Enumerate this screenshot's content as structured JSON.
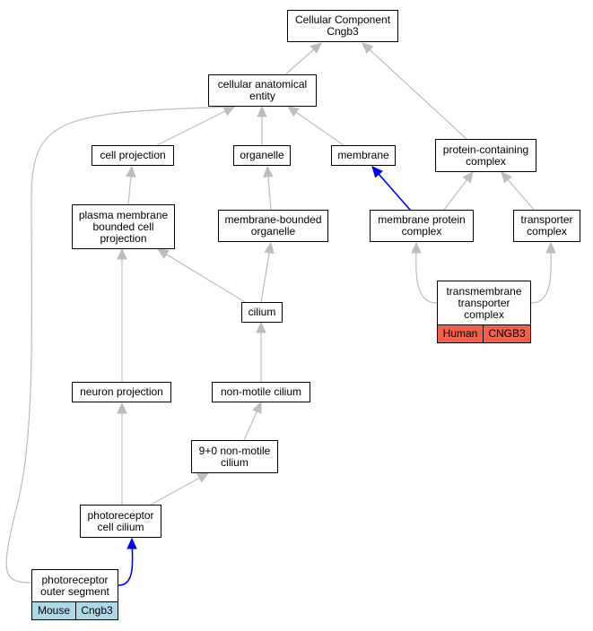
{
  "colors": {
    "edge_default": "#bdbdbd",
    "edge_highlight": "#0000ff",
    "human_tag": "#f2604a",
    "mouse_tag": "#add8e6"
  },
  "nodes": {
    "cellular_component": "Cellular Component\nCngb3",
    "cellular_anatomical_entity": "cellular anatomical\nentity",
    "cell_projection": "cell projection",
    "organelle": "organelle",
    "membrane": "membrane",
    "protein_containing_complex": "protein-containing\ncomplex",
    "plasma_membrane_bounded_cell_projection": "plasma membrane\nbounded cell\nprojection",
    "membrane_bounded_organelle": "membrane-bounded\norganelle",
    "membrane_protein_complex": "membrane protein\ncomplex",
    "transporter_complex": "transporter\ncomplex",
    "cilium": "cilium",
    "transmembrane_transporter_complex": "transmembrane\ntransporter\ncomplex",
    "neuron_projection": "neuron projection",
    "non_motile_cilium": "non-motile cilium",
    "nine_plus_zero_non_motile_cilium": "9+0 non-motile\ncilium",
    "photoreceptor_cell_cilium": "photoreceptor\ncell cilium",
    "photoreceptor_outer_segment": "photoreceptor\nouter segment"
  },
  "annotations": {
    "human": {
      "species": "Human",
      "gene": "CNGB3"
    },
    "mouse": {
      "species": "Mouse",
      "gene": "Cngb3"
    }
  }
}
